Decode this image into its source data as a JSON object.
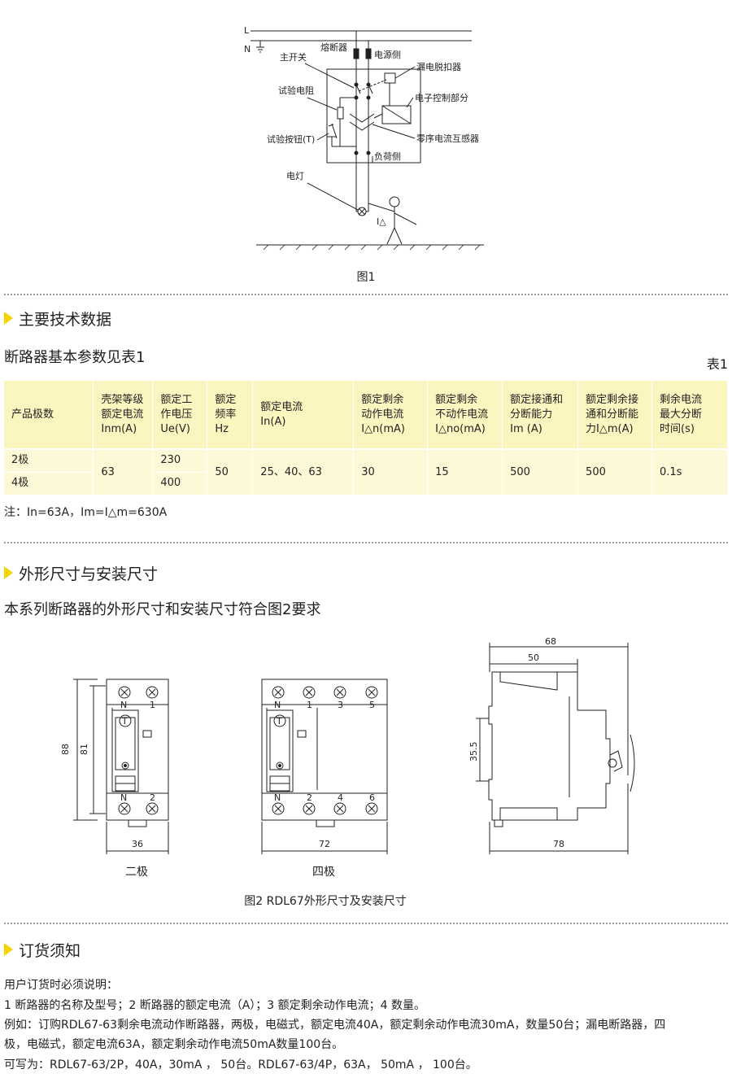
{
  "figure1": {
    "caption": "图1",
    "labels": {
      "line_L": "L",
      "line_N": "N",
      "fuse": "熔断器",
      "source_side": "电源侧",
      "main_switch": "主开关",
      "leakage_release": "漏电脱扣器",
      "test_resistor": "试验电阻",
      "electronic_control": "电子控制部分",
      "zero_sequence_ct": "零序电流互感器",
      "test_button": "试验按钮(T)",
      "load_side": "负荷侧",
      "lamp": "电灯",
      "current_symbol": "I△"
    }
  },
  "section1": {
    "title": "主要技术数据"
  },
  "intro1": "断路器基本参数见表1",
  "table_label": "表1",
  "table": {
    "headers": [
      "产品极数",
      "壳架等级\n额定电流\nInm(A)",
      "额定工\n作电压\nUe(V)",
      "额定\n频率\nHz",
      "额定电流\nIn(A)",
      "额定剩余\n动作电流\nI△n(mA)",
      "额定剩余\n不动作电流\nI△no(mA)",
      "额定接通和\n分断能力\nIm (A)",
      "额定剩余接\n通和分断能\n力I△m(A)",
      "剩余电流\n最大分断\n时间(s)"
    ],
    "poles": [
      "2极",
      "4极"
    ],
    "voltages": [
      "230",
      "400"
    ],
    "frame_current": "63",
    "frequency": "50",
    "rated_current": "25、40、63",
    "residual_operating": "30",
    "residual_non_operating": "15",
    "making_breaking": "500",
    "residual_making_breaking": "500",
    "max_break_time": "0.1s"
  },
  "note": "注：In=63A，Im=I△m=630A",
  "section2": {
    "title": "外形尺寸与安装尺寸"
  },
  "intro2": "本系列断路器的外形尺寸和安装尺寸符合图2要求",
  "figure2": {
    "caption": "图2  RDL67外形尺寸及安装尺寸",
    "two_pole": {
      "label": "二极",
      "dim_88": "88",
      "dim_81": "81",
      "dim_36": "36",
      "terminals_top": [
        "N",
        "1"
      ],
      "terminals_bottom": [
        "N",
        "2"
      ],
      "test_button": "T"
    },
    "four_pole": {
      "label": "四极",
      "dim_72": "72",
      "terminals_top": [
        "N",
        "1",
        "3",
        "5"
      ],
      "terminals_bottom": [
        "N",
        "2",
        "4",
        "6"
      ],
      "test_button": "T"
    },
    "side": {
      "dim_68": "68",
      "dim_50": "50",
      "dim_35_5": "35.5",
      "dim_78": "78"
    }
  },
  "section3": {
    "title": "订货须知"
  },
  "order": {
    "line1": "用户订货时必须说明：",
    "line2": "1 断路器的名称及型号；2 断路器的额定电流（A）；3 额定剩余动作电流；4 数量。",
    "line3": "例如：订购RDL67-63剩余电流动作断路器，两极，电磁式，额定电流40A，额定剩余动作电流30mA，数量50台；漏电断路器，四",
    "line4": "极，电磁式，额定电流63A，额定剩余动作电流50mA数量100台。",
    "line5": "可写为：RDL67-63/2P，40A，30mA ， 50台。RDL67-63/4P，63A， 50mA ， 100台。"
  }
}
